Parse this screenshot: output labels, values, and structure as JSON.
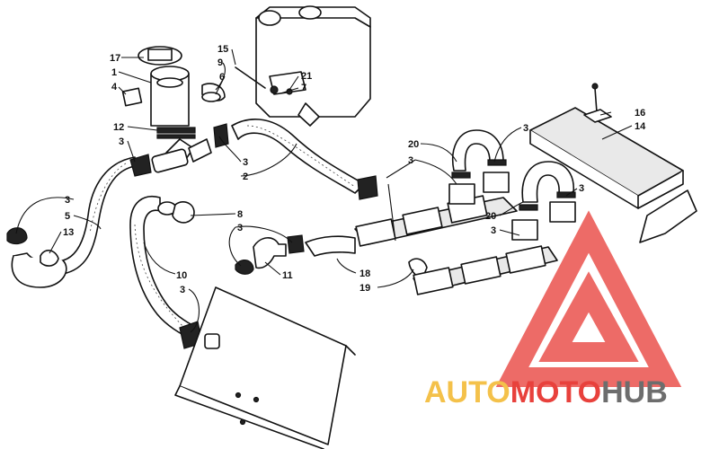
{
  "diagram": {
    "callouts": [
      {
        "id": "c17",
        "text": "17"
      },
      {
        "id": "c1",
        "text": "1"
      },
      {
        "id": "c4",
        "text": "4"
      },
      {
        "id": "c12",
        "text": "12"
      },
      {
        "id": "c3a",
        "text": "3"
      },
      {
        "id": "c15",
        "text": "15"
      },
      {
        "id": "c9",
        "text": "9"
      },
      {
        "id": "c6",
        "text": "6"
      },
      {
        "id": "c21",
        "text": "21"
      },
      {
        "id": "c7",
        "text": "7"
      },
      {
        "id": "c3b",
        "text": "3"
      },
      {
        "id": "c2",
        "text": "2"
      },
      {
        "id": "c3c",
        "text": "3"
      },
      {
        "id": "c5",
        "text": "5"
      },
      {
        "id": "c13",
        "text": "13"
      },
      {
        "id": "c8",
        "text": "8"
      },
      {
        "id": "c3d",
        "text": "3"
      },
      {
        "id": "c10",
        "text": "10"
      },
      {
        "id": "c3e",
        "text": "3"
      },
      {
        "id": "c11",
        "text": "11"
      },
      {
        "id": "c20a",
        "text": "20"
      },
      {
        "id": "c3f",
        "text": "3"
      },
      {
        "id": "c3g",
        "text": "3"
      },
      {
        "id": "c16",
        "text": "16"
      },
      {
        "id": "c14",
        "text": "14"
      },
      {
        "id": "c3h",
        "text": "3"
      },
      {
        "id": "c20b",
        "text": "20"
      },
      {
        "id": "c3i",
        "text": "3"
      },
      {
        "id": "c18",
        "text": "18"
      },
      {
        "id": "c19",
        "text": "19"
      }
    ]
  },
  "watermark": {
    "part1": "AUTO",
    "part2": "MOTO",
    "part3": "HUB",
    "colors": {
      "red": "#e8413c",
      "yellow": "#f4c14a",
      "gray": "#6d6d6d"
    }
  }
}
